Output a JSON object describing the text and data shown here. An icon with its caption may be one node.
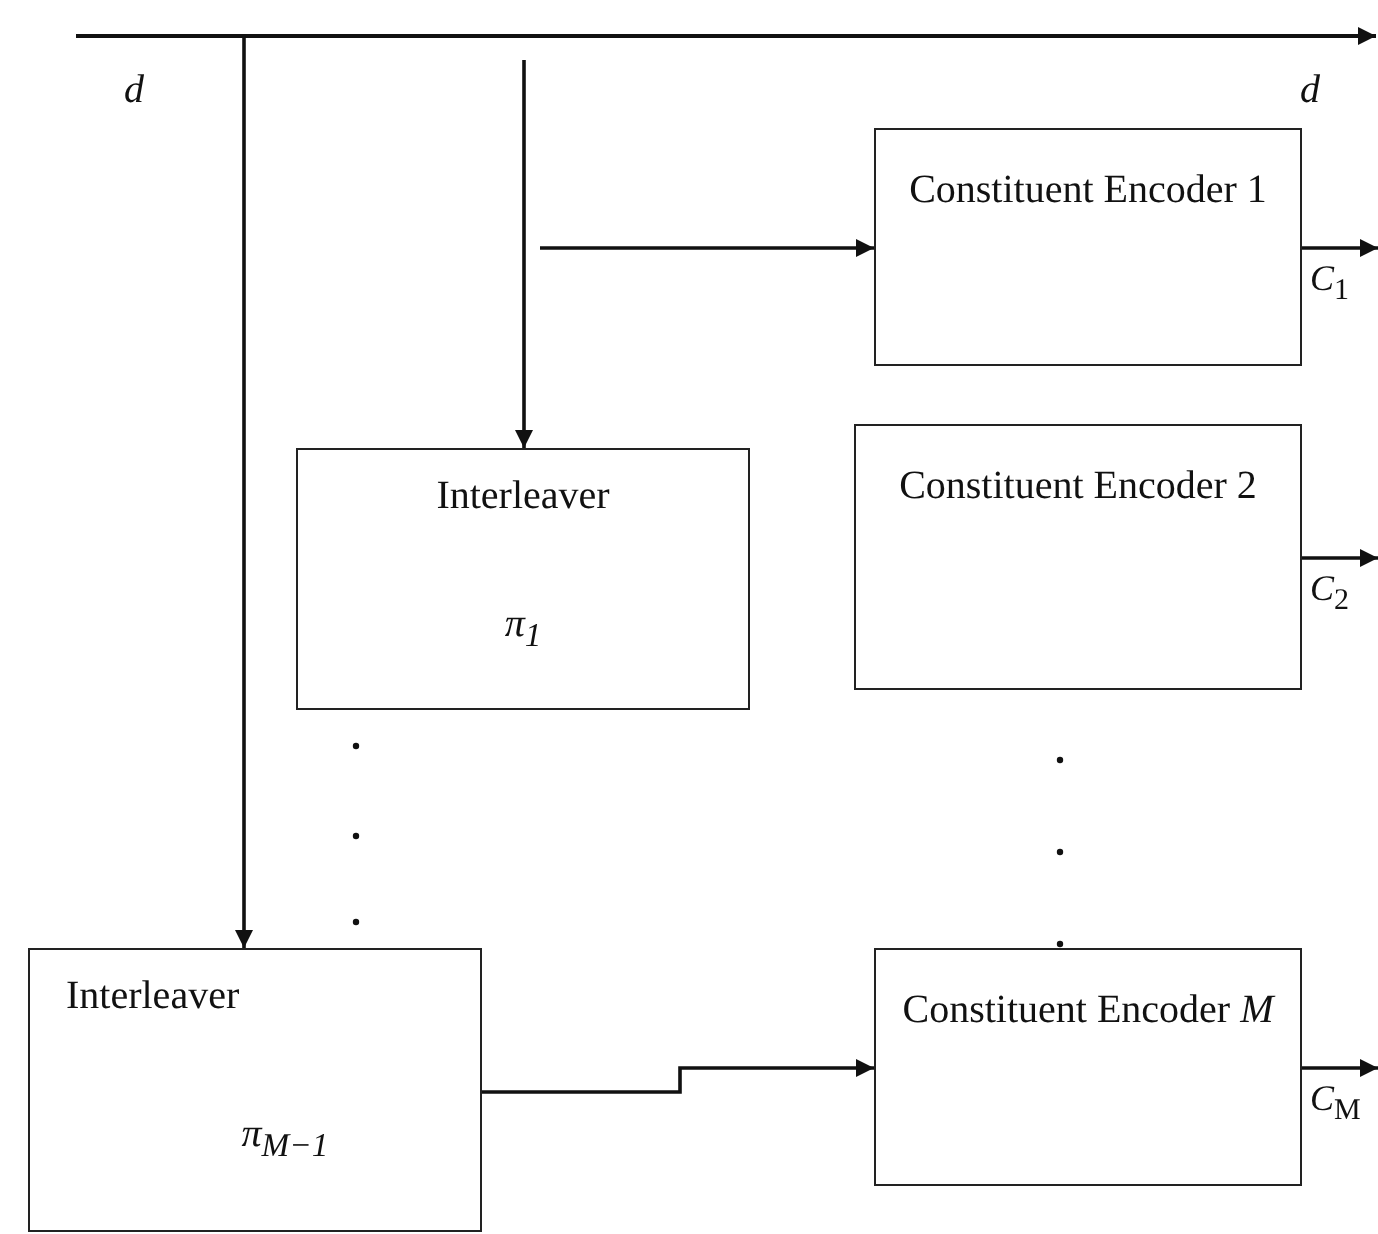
{
  "diagram": {
    "nodes": [
      {
        "text": [
          "Constituent Encoder 1"
        ]
      },
      {
        "text": [
          "Interleaver",
          "π$_{1}$"
        ]
      },
      {
        "text": [
          "Constituent Encoder 2"
        ]
      },
      {
        "text": [
          "Interleaver",
          "π$_{M−1}$"
        ]
      },
      {
        "text": [
          "Constituent Encoder *M*"
        ]
      }
    ],
    "edges": [
      {
        "from": null,
        "to": 3,
        "arrow": "to"
      },
      {
        "from": null,
        "to": 1,
        "arrow": "to"
      },
      {
        "from": null,
        "to": 0,
        "arrow": "to"
      },
      {
        "from": 0,
        "to": null,
        "arrow": "to",
        "label": "*C*$_{1}$"
      },
      {
        "from": 2,
        "to": null,
        "arrow": "to",
        "label": "*C*$_{2}$"
      },
      {
        "from": 3,
        "to": 4,
        "arrow": "to"
      },
      {
        "from": 4,
        "to": null,
        "arrow": "to",
        "label": "*C*$_{M}$"
      }
    ],
    "labels": [
      "d",
      "d"
    ]
  }
}
